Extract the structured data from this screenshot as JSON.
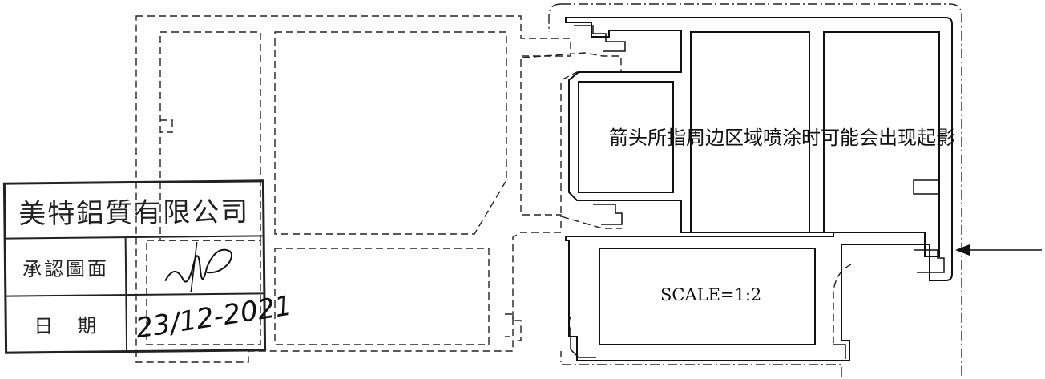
{
  "drawing": {
    "note": "箭头所指周边区域喷涂时可能会出现起影",
    "scale": "SCALE=1:2"
  },
  "stamp": {
    "company": "美特鋁質有限公司",
    "approval_label": "承認圖面",
    "date_label_1": "日",
    "date_label_2": "期",
    "date_value": "23/12-2021"
  }
}
